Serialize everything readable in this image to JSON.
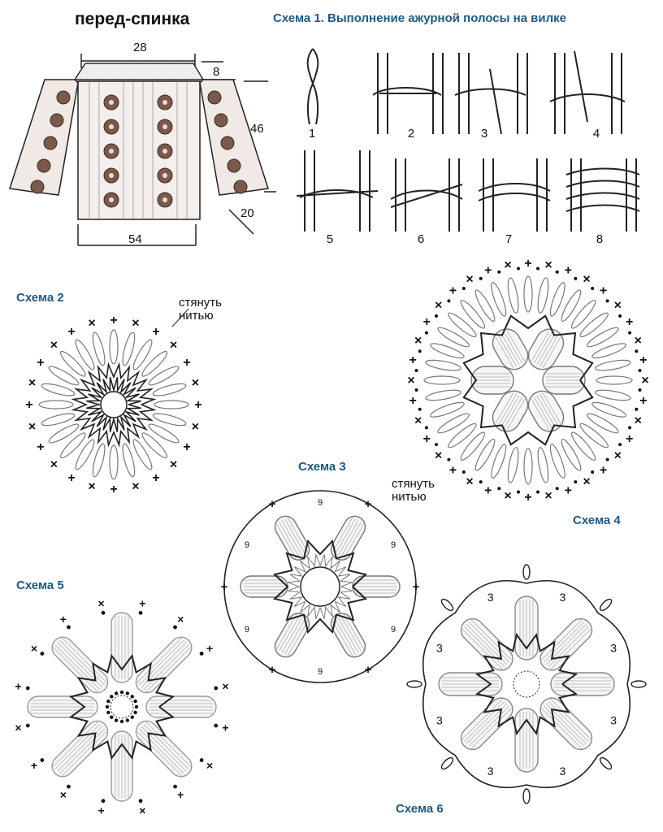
{
  "garment": {
    "title": "перед-спинка",
    "dims": {
      "top": "28",
      "shoulder": "8",
      "sleeve": "46",
      "cuff": "20",
      "bottom": "54"
    }
  },
  "scheme1": {
    "title": "Схема 1. Выполнение ажурной полосы на вилке",
    "steps": [
      "1",
      "2",
      "3",
      "4",
      "5",
      "6",
      "7",
      "8"
    ]
  },
  "scheme2": {
    "title": "Схема 2",
    "note": [
      "стянуть",
      "нитью"
    ]
  },
  "scheme3": {
    "title": "Схема 3",
    "note": [
      "стянуть",
      "нитью"
    ],
    "chain_count": "9"
  },
  "scheme4": {
    "title": "Схема 4"
  },
  "scheme5": {
    "title": "Схема 5"
  },
  "scheme6": {
    "title": "Схема 6",
    "chain_count": "3"
  },
  "colors": {
    "caption": "#1f5a86",
    "line": "#222222",
    "loop": "#8c8c8c",
    "motif": "#7a5a4a"
  }
}
